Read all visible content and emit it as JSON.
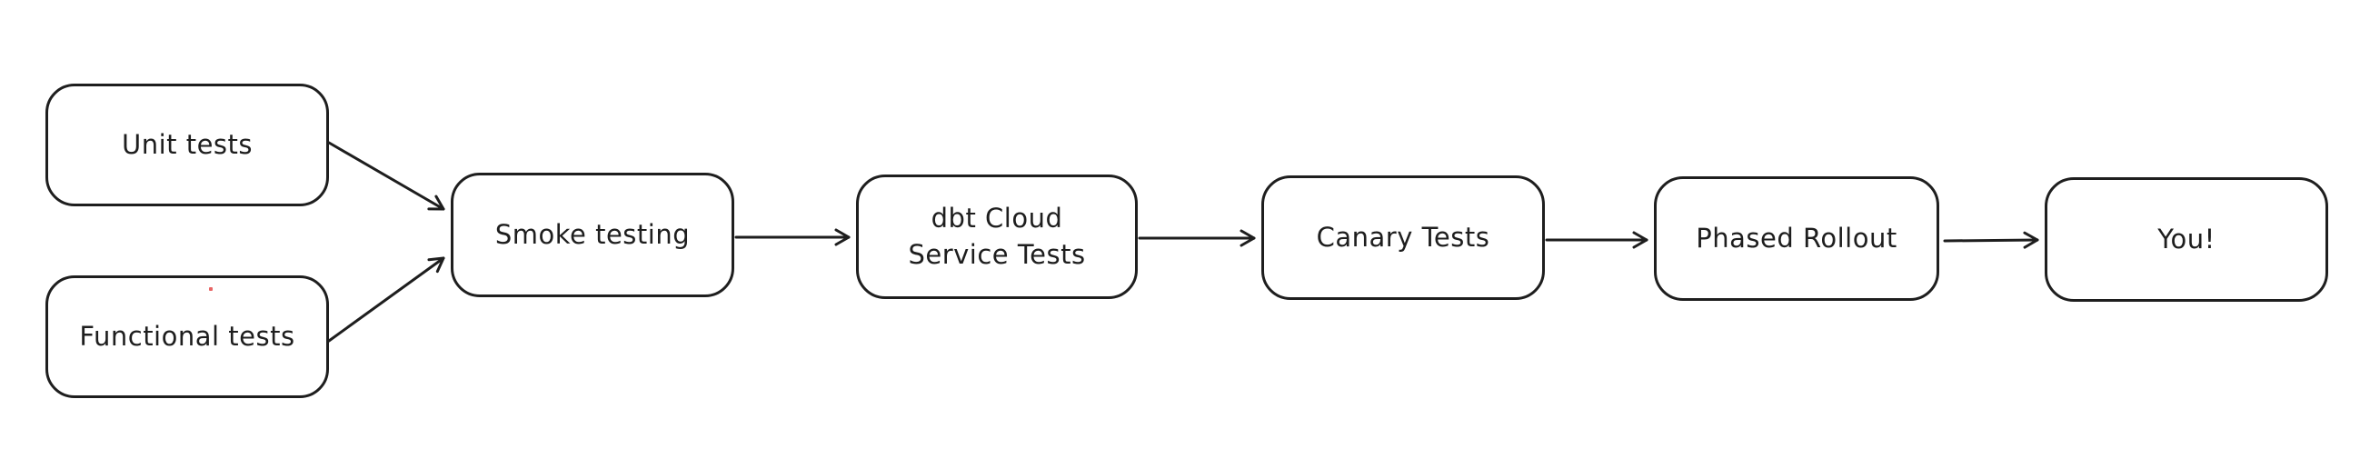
{
  "diagram": {
    "type": "flowchart",
    "background_color": "#ffffff",
    "stroke_color": "#1e1e1e",
    "nodes": [
      {
        "id": "unit-tests",
        "label": "Unit tests"
      },
      {
        "id": "functional-tests",
        "label": "Functional tests"
      },
      {
        "id": "smoke-testing",
        "label": "Smoke testing"
      },
      {
        "id": "dbt-cloud-service-tests",
        "label": "dbt Cloud\nService Tests"
      },
      {
        "id": "canary-tests",
        "label": "Canary Tests"
      },
      {
        "id": "phased-rollout",
        "label": "Phased Rollout"
      },
      {
        "id": "you",
        "label": "You!"
      }
    ],
    "edges": [
      {
        "from": "unit-tests",
        "to": "smoke-testing"
      },
      {
        "from": "functional-tests",
        "to": "smoke-testing"
      },
      {
        "from": "smoke-testing",
        "to": "dbt-cloud-service-tests"
      },
      {
        "from": "dbt-cloud-service-tests",
        "to": "canary-tests"
      },
      {
        "from": "canary-tests",
        "to": "phased-rollout"
      },
      {
        "from": "phased-rollout",
        "to": "you"
      }
    ]
  }
}
